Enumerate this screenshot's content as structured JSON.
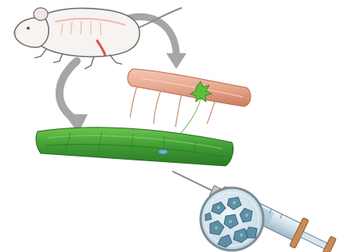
{
  "diagram": {
    "stages": [
      {
        "name": "mouse",
        "icon": "mouse-illustration"
      },
      {
        "name": "isolated-muscle-fiber",
        "icon": "muscle-fiber-with-marker"
      },
      {
        "name": "muscle-tissue",
        "icon": "green-muscle-tissue"
      },
      {
        "name": "cell-collection",
        "icon": "syringe-with-cells"
      }
    ],
    "colors": {
      "mouse_body": "#f6f3f0",
      "mouse_outline": "#6a6a6a",
      "arrow": "#9c9c9c",
      "fiber": "#e8a78d",
      "fiber_stripe": "#d98a6c",
      "marker": "#5bbf3a",
      "tissue": "#47a83a",
      "tissue_dark": "#2f7d27",
      "syringe_barrel": "#d9e6ee",
      "syringe_plunger": "#c98a56",
      "cells": "#5d8fa5",
      "lens": "#cfe3ee"
    }
  }
}
